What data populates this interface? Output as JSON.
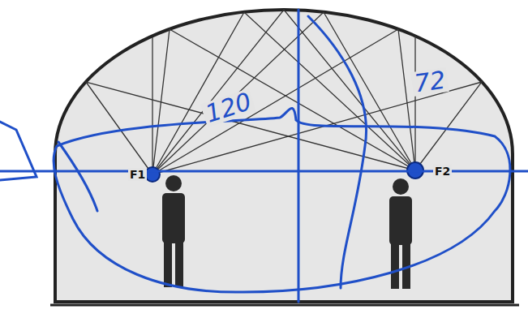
{
  "diagram": {
    "labels": [
      "F1",
      "F2",
      "120",
      "72"
    ]
  }
}
